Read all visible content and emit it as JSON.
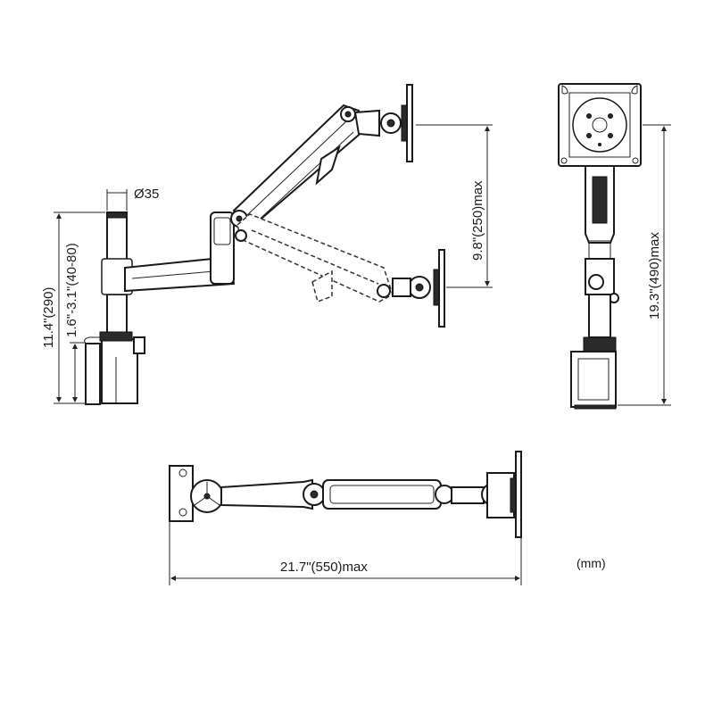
{
  "dimensions": {
    "pole_diameter": "Ø35",
    "total_height": "11.4\"(290)",
    "clamp_range": "1.6\"-3.1\"(40-80)",
    "vertical_travel": "9.8\"(250)max",
    "max_height": "19.3\"(490)max",
    "max_extension": "21.7\"(550)max"
  },
  "unit_note": "(mm)"
}
